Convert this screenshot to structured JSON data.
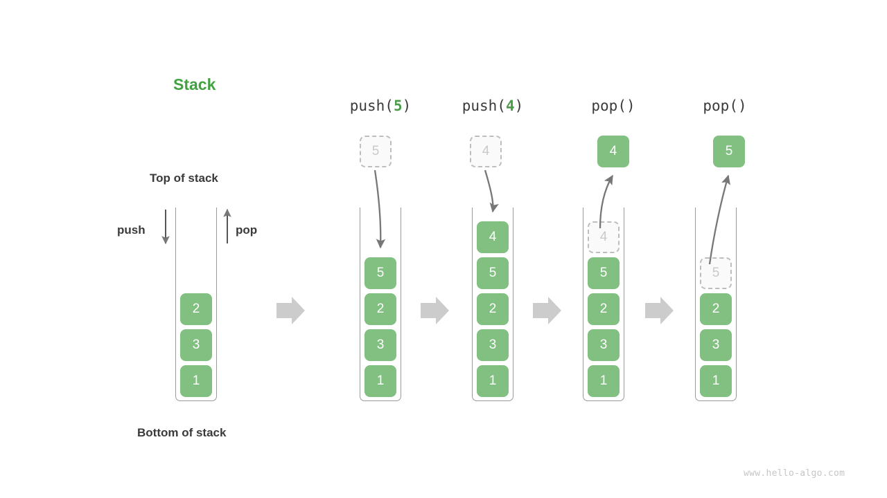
{
  "title": "Stack",
  "labels": {
    "top_of_stack": "Top of stack",
    "bottom_of_stack": "Bottom of stack",
    "push": "push",
    "pop": "pop"
  },
  "watermark": "www.hello-algo.com",
  "colors": {
    "title_green": "#41a241",
    "box_green": "#81c081",
    "arg_green": "#4a9c4a",
    "frame_gray": "#9a9a9a",
    "ghost_border": "#bdbdbd",
    "ghost_text": "#c9c9c9",
    "step_arrow": "#cccccc",
    "motion_arrow": "#777777",
    "text_dark": "#3a3a3a",
    "watermark_gray": "#c6c6c6"
  },
  "initial_stack": {
    "name": "initial",
    "items": [
      "2",
      "3",
      "1"
    ],
    "top_value": "2",
    "bottom_value": "1"
  },
  "steps": [
    {
      "id": "push-5",
      "op_prefix": "push(",
      "op_arg": "5",
      "op_suffix": ")",
      "op_full": "push(5)",
      "floating_value": "5",
      "floating_state": "ghost",
      "motion": "down",
      "items": [
        "5",
        "2",
        "3",
        "1"
      ],
      "ghost_index": null
    },
    {
      "id": "push-4",
      "op_prefix": "push(",
      "op_arg": "4",
      "op_suffix": ")",
      "op_full": "push(4)",
      "floating_value": "4",
      "floating_state": "ghost",
      "motion": "down",
      "items": [
        "4",
        "5",
        "2",
        "3",
        "1"
      ],
      "ghost_index": null
    },
    {
      "id": "pop-1",
      "op_prefix": "pop(",
      "op_arg": "",
      "op_suffix": ")",
      "op_full": "pop()",
      "floating_value": "4",
      "floating_state": "solid",
      "motion": "up",
      "items": [
        "4",
        "5",
        "2",
        "3",
        "1"
      ],
      "ghost_index": 0
    },
    {
      "id": "pop-2",
      "op_prefix": "pop(",
      "op_arg": "",
      "op_suffix": ")",
      "op_full": "pop()",
      "floating_value": "5",
      "floating_state": "solid",
      "motion": "up",
      "items": [
        "5",
        "2",
        "3",
        "1"
      ],
      "ghost_index": 0
    }
  ],
  "step_arrows": [
    "step-arrow-1",
    "step-arrow-2",
    "step-arrow-3",
    "step-arrow-4"
  ],
  "icons": {
    "step_arrow": "right-block-arrow-icon",
    "push_arrow": "down-arrow-icon",
    "pop_arrow": "up-arrow-icon"
  }
}
